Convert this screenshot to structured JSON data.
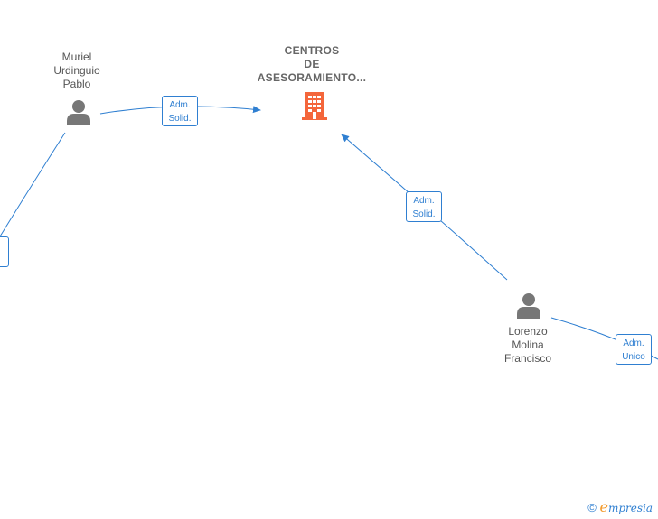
{
  "nodes": {
    "company": {
      "line1": "CENTROS",
      "line2": "DE",
      "line3": "ASESORAMIENTO..."
    },
    "person_muriel": {
      "line1": "Muriel",
      "line2": "Urdinguio",
      "line3": "Pablo"
    },
    "person_lorenzo": {
      "line1": "Lorenzo",
      "line2": "Molina",
      "line3": "Francisco"
    }
  },
  "edges": {
    "muriel_company": {
      "line1": "Adm.",
      "line2": "Solid."
    },
    "lorenzo_company": {
      "line1": "Adm.",
      "line2": "Solid."
    },
    "lorenzo_out": {
      "line1": "Adm.",
      "line2": "Unico"
    },
    "muriel_out": {
      "line1": "",
      "line2": "."
    }
  },
  "watermark": {
    "symbol": "©",
    "brand_initial": "e",
    "brand_rest": "mpresia"
  },
  "colors": {
    "edge": "#2f7fd1",
    "company_icon": "#f4663b",
    "person_icon": "#777777"
  }
}
